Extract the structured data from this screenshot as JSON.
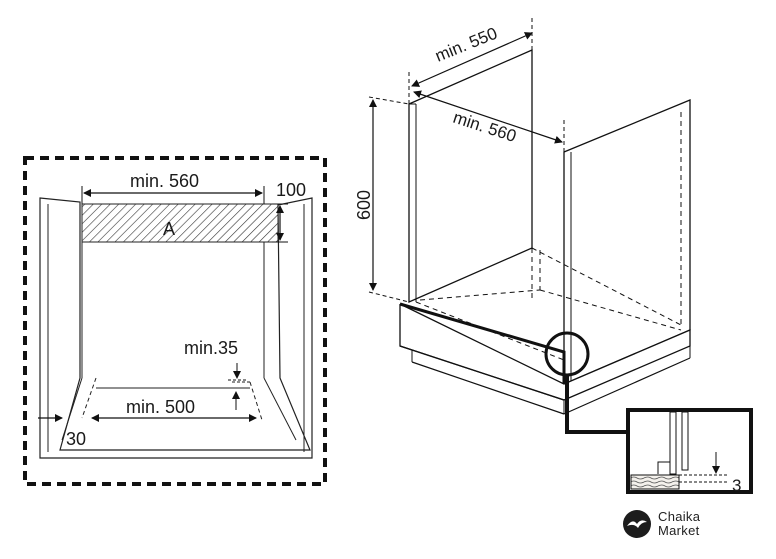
{
  "front_view": {
    "label_min_560": "min. 560",
    "label_100": "100",
    "label_A": "A",
    "label_min_35": "min.35",
    "label_min_500": "min. 500",
    "label_30": "30"
  },
  "cabinet_view": {
    "label_min_550": "min. 550",
    "label_min_560": "min. 560",
    "label_600": "600"
  },
  "detail_view": {
    "label_3": "3"
  },
  "brand": {
    "line1": "Chaika",
    "line2": "Market"
  },
  "icons": [
    "chaika-bird-logo-icon"
  ]
}
